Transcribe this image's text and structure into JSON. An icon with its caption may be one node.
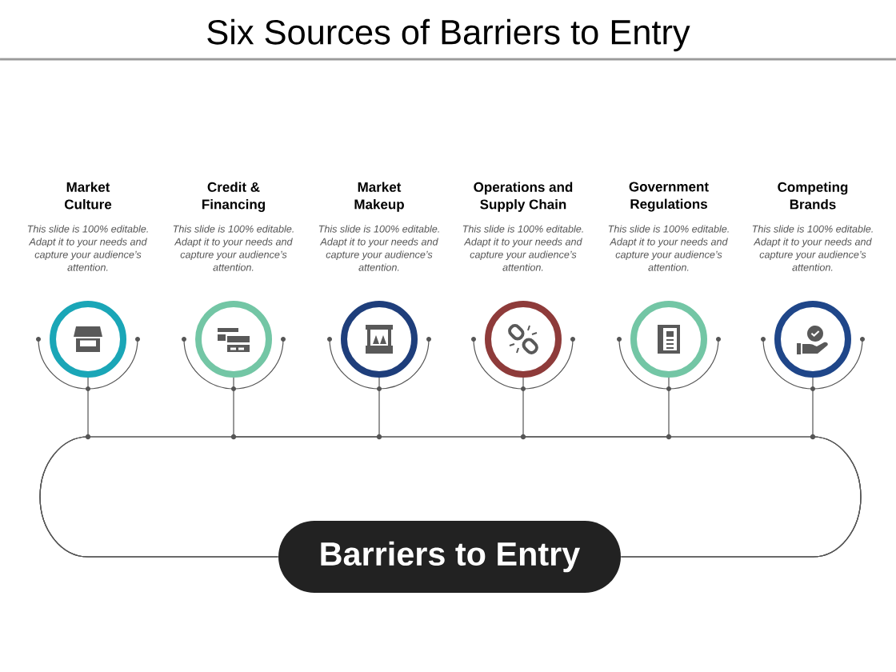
{
  "diagram": {
    "title": "Six Sources of Barriers to Entry",
    "nodes": [
      {
        "text": [
          "Market Culture",
          "This slide is 100% editable. Adapt it to your needs and capture your audience’s attention."
        ]
      },
      {
        "text": [
          "Credit & Financing",
          "This slide is 100% editable. Adapt it to your needs and capture your audience’s attention."
        ]
      },
      {
        "text": [
          "Market Makeup",
          "This slide is 100% editable. Adapt it to your needs and capture your audience’s attention."
        ]
      },
      {
        "text": [
          "Operations and Supply Chain",
          "This slide is 100% editable. Adapt it to your needs and capture your audience’s attention."
        ]
      },
      {
        "text": [
          "Government Regulations",
          "This slide is 100% editable. Adapt it to your needs and capture your audience’s attention."
        ]
      },
      {
        "text": [
          "Competing Brands",
          "This slide is 100% editable. Adapt it to your needs and capture your audience’s attention."
        ]
      },
      {
        "text": [
          "Barriers to Entry"
        ]
      }
    ],
    "edges": [
      {
        "from": 0,
        "to": 6,
        "arrow": "none"
      },
      {
        "from": 1,
        "to": 6,
        "arrow": "none"
      },
      {
        "from": 2,
        "to": 6,
        "arrow": "none"
      },
      {
        "from": 3,
        "to": 6,
        "arrow": "none"
      },
      {
        "from": 4,
        "to": 6,
        "arrow": "none"
      },
      {
        "from": 5,
        "to": 6,
        "arrow": "none"
      }
    ]
  }
}
